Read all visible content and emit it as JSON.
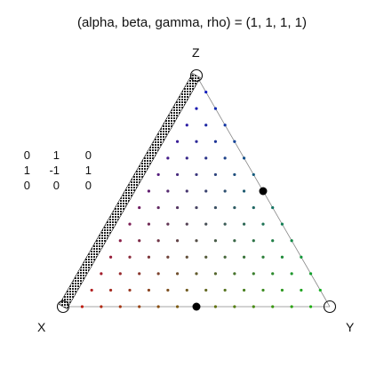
{
  "title": "(alpha, beta, gamma, rho) = (1, 1, 1, 1)",
  "vertex_labels": {
    "x": "X",
    "y": "Y",
    "z": "Z"
  },
  "matrix": [
    [
      "0",
      "1",
      "0"
    ],
    [
      "1",
      "-1",
      "1"
    ],
    [
      "0",
      "0",
      "0"
    ]
  ],
  "chart_data": {
    "type": "scatter",
    "coordinate_system": "ternary",
    "title": "(alpha, beta, gamma, rho) = (1, 1, 1, 1)",
    "vertices": [
      "X",
      "Y",
      "Z"
    ],
    "grid_divisions": 14,
    "point_colors": {
      "X": "#cc1111",
      "Y": "#11bb11",
      "Z": "#1111cc",
      "note": "each grid point colored by its (X, Y, Z) barycentric weights"
    },
    "open_circles_at": [
      "X",
      "Y",
      "Z"
    ],
    "filled_points": [
      {
        "x": 0.5,
        "y": 0.5,
        "z": 0
      },
      {
        "x": 0,
        "y": 0.5,
        "z": 0.5
      }
    ],
    "highlighted_edge": "X-Z"
  }
}
